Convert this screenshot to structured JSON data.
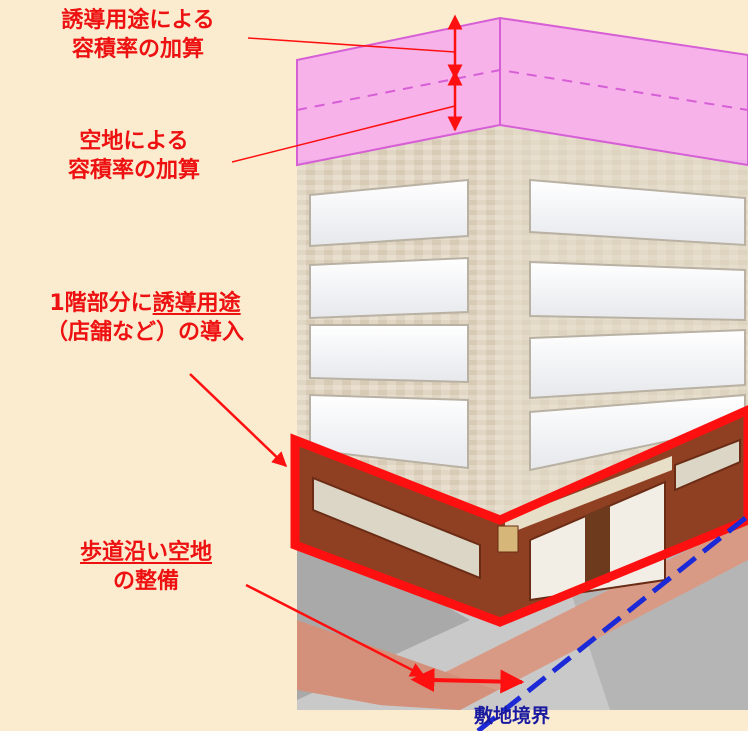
{
  "labels": {
    "yudo_youto_bonus": [
      "誘導用途による",
      "容積率の加算"
    ],
    "kuchi_bonus": [
      "空地による",
      "容積率の加算"
    ],
    "ground_floor": {
      "prefix": "1階部分に",
      "underlined": "誘導用途",
      "line2": "（店舗など）の導入"
    },
    "sidewalk": {
      "underlined": "歩道沿い空地",
      "line2": "の整備"
    },
    "boundary": "敷地境界"
  },
  "colors": {
    "background": "#fbecd0",
    "label_red": "#ee1111",
    "bonus_volume_fill": "#f6a8ee",
    "bonus_volume_edge": "#d65fd6",
    "ground_floor_outline": "#ff1010",
    "boundary_line": "#1b2ad6",
    "sidewalk": "#d99a85",
    "facade": "#dfd3bf",
    "storefront": "#8f3f22"
  }
}
